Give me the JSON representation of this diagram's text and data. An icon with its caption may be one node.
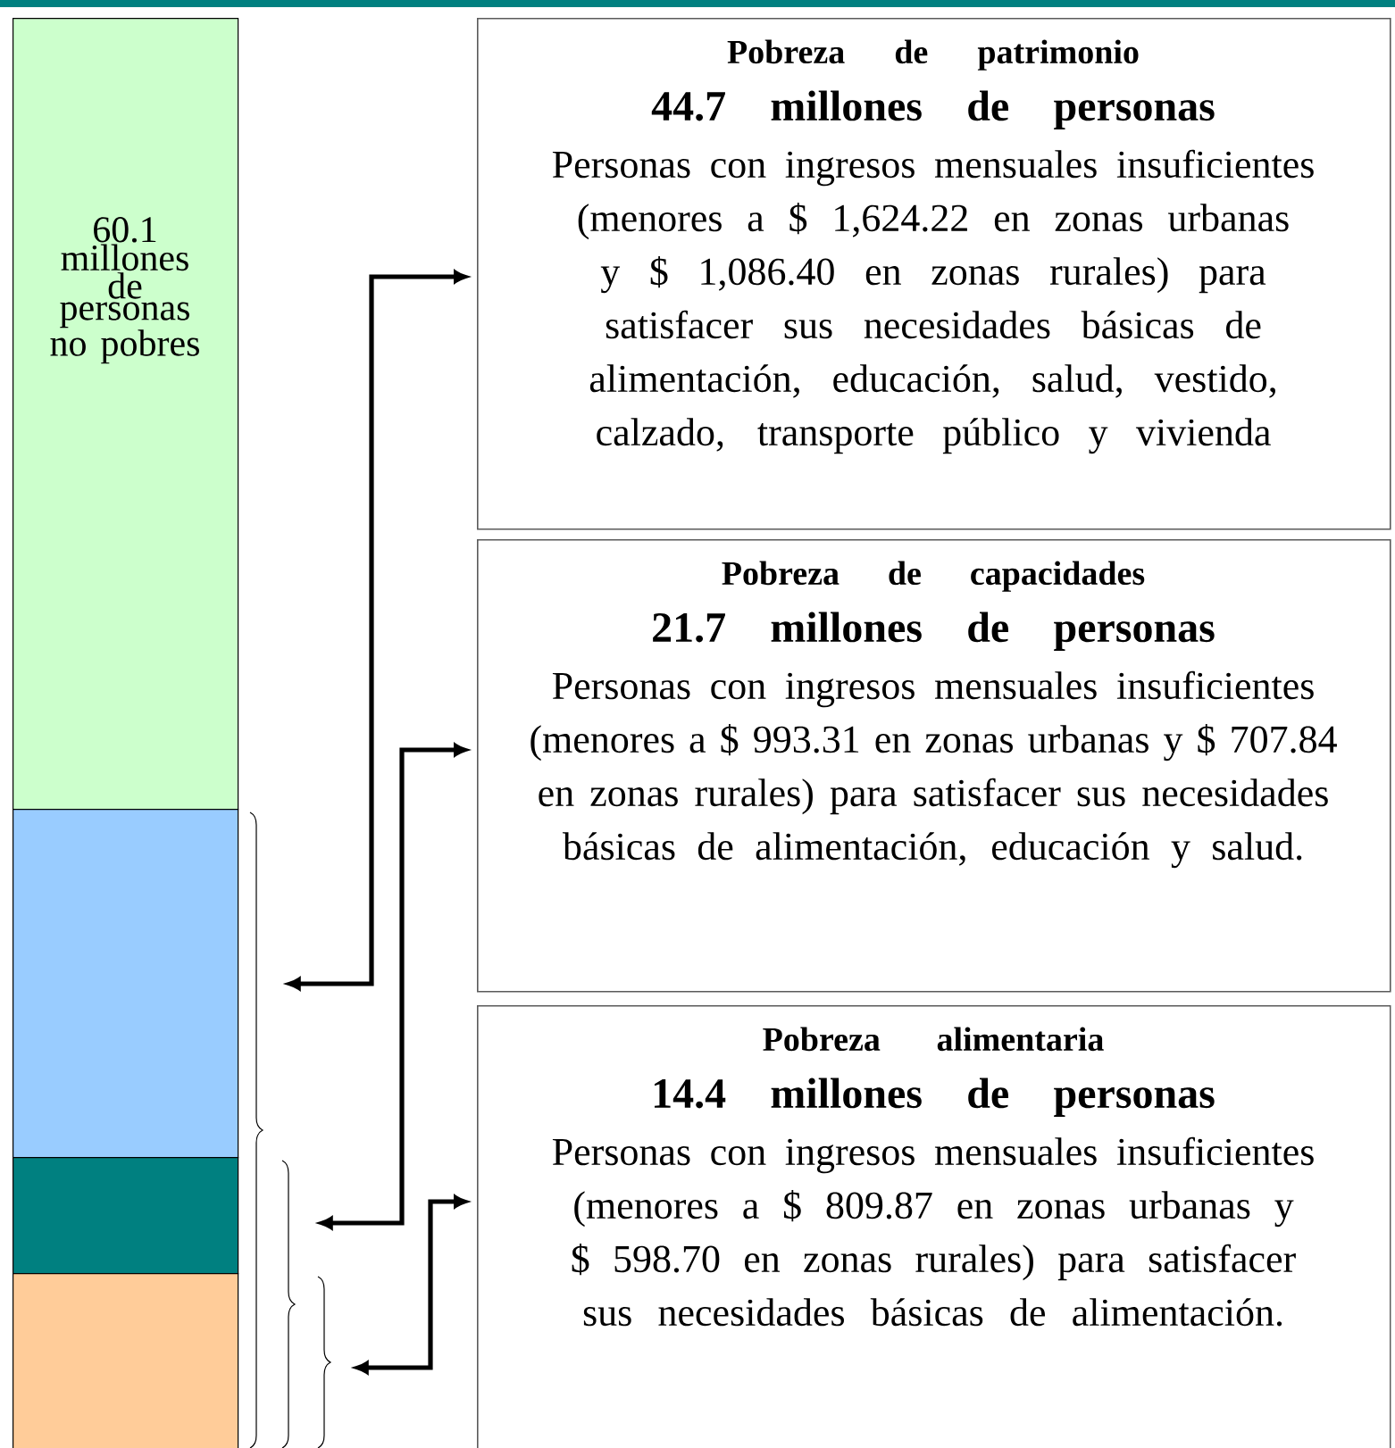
{
  "diagram": {
    "nodes": [
      {
        "text": [
          "60.1 millones de personas no pobres"
        ]
      },
      {
        "text": [],
        "shape": "bar"
      },
      {
        "text": [],
        "shape": "bar"
      },
      {
        "text": [],
        "shape": "bar"
      },
      {
        "text": [
          "Pobreza de patrimonio",
          "44.7 millones de personas",
          "Personas con ingresos mensuales insuficientes (menores a $ 1,624.22 en zonas urbanas y $ 1,086.40 en zonas rurales) para satisfacer sus necesidades básicas de alimentación, educación, salud, vestido, calzado, transporte público y vivienda"
        ]
      },
      {
        "text": [
          "Pobreza de capacidades",
          "21.7 millones de personas",
          "Personas con ingresos mensuales insuficientes (menores a $ 993.31 en zonas urbanas y $ 707.84 en zonas rurales) para satisfacer sus necesidades básicas de alimentación, educación y salud."
        ]
      },
      {
        "text": [
          "Pobreza alimentaria",
          "14.4 millones de personas",
          "Personas con ingresos mensuales insuficientes (menores a $ 809.87 en zonas urbanas y $ 598.70 en zonas rurales) para satisfacer sus necesidades básicas de alimentación."
        ]
      },
      {
        "text": [],
        "shape": "brace"
      },
      {
        "text": [],
        "shape": "brace"
      },
      {
        "text": [],
        "shape": "brace"
      }
    ],
    "edges": [
      {
        "from": 7,
        "to": 4,
        "arrow": "both"
      },
      {
        "from": 8,
        "to": 5,
        "arrow": "both"
      },
      {
        "from": 9,
        "to": 6,
        "arrow": "both"
      }
    ]
  }
}
